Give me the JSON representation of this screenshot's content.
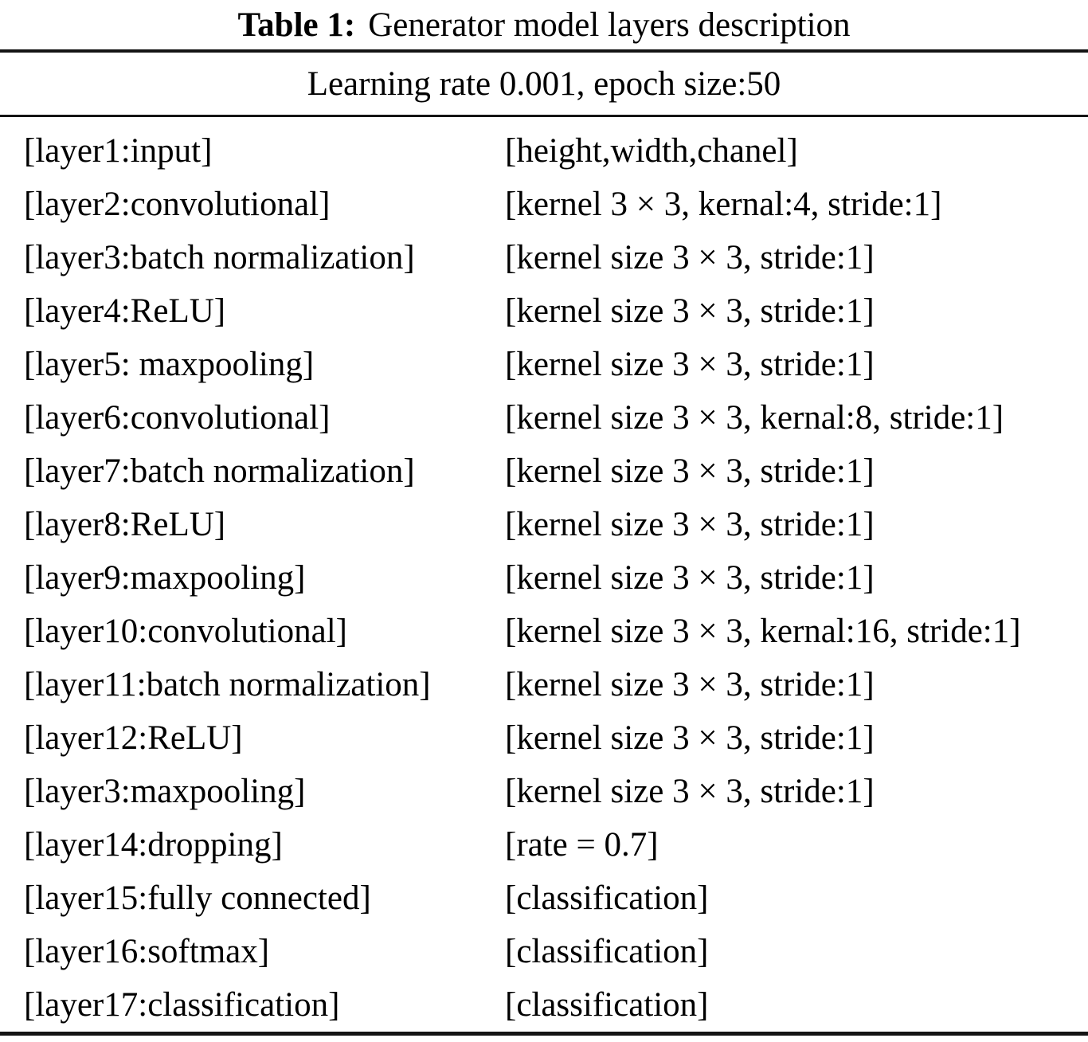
{
  "page": {
    "background_color": "#ffffff",
    "text_color": "#000000",
    "rule_color": "#141414"
  },
  "caption": {
    "label": "Table 1:",
    "title": "Generator model layers description"
  },
  "subheader": {
    "text": "Learning rate 0.001, epoch size:50"
  },
  "table": {
    "rows": [
      {
        "layer": "[layer1:input]",
        "params": "[height,width,chanel]"
      },
      {
        "layer": "[layer2:convolutional]",
        "params": "[kernel 3 × 3, kernal:4, stride:1]"
      },
      {
        "layer": "[layer3:batch normalization]",
        "params": "[kernel size 3 × 3, stride:1]"
      },
      {
        "layer": "[layer4:ReLU]",
        "params": "[kernel size 3 × 3, stride:1]"
      },
      {
        "layer": "[layer5: maxpooling]",
        "params": "[kernel size 3 × 3, stride:1]"
      },
      {
        "layer": "[layer6:convolutional]",
        "params": "[kernel size 3 × 3, kernal:8, stride:1]"
      },
      {
        "layer": "[layer7:batch normalization]",
        "params": "[kernel size 3 × 3, stride:1]"
      },
      {
        "layer": "[layer8:ReLU]",
        "params": "[kernel size 3 × 3, stride:1]"
      },
      {
        "layer": "[layer9:maxpooling]",
        "params": "[kernel size 3 × 3, stride:1]"
      },
      {
        "layer": "[layer10:convolutional]",
        "params": "[kernel size 3 × 3, kernal:16, stride:1]"
      },
      {
        "layer": "[layer11:batch normalization]",
        "params": "[kernel size 3 × 3, stride:1]"
      },
      {
        "layer": "[layer12:ReLU]",
        "params": "[kernel size 3 × 3, stride:1]"
      },
      {
        "layer": "[layer3:maxpooling]",
        "params": "[kernel size 3 × 3, stride:1]"
      },
      {
        "layer": "[layer14:dropping]",
        "params": "[rate = 0.7]"
      },
      {
        "layer": "[layer15:fully connected]",
        "params": "[classification]"
      },
      {
        "layer": "[layer16:softmax]",
        "params": "[classification]"
      },
      {
        "layer": "[layer17:classification]",
        "params": "[classification]"
      }
    ]
  }
}
